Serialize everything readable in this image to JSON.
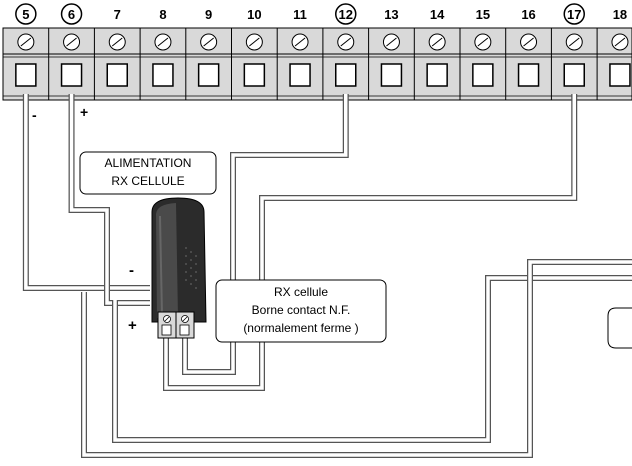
{
  "terminal_strip": {
    "numbers": [
      "5",
      "6",
      "7",
      "8",
      "9",
      "10",
      "11",
      "12",
      "13",
      "14",
      "15",
      "16",
      "17",
      "18"
    ],
    "circled": [
      "5",
      "6",
      "12",
      "17"
    ]
  },
  "labels": {
    "terminal5_polarity": "-",
    "terminal6_polarity": "+",
    "power_box_line1": "ALIMENTATION",
    "power_box_line2": "RX CELLULE",
    "cell_minus": "-",
    "cell_plus": "+",
    "contact_box_line1": "RX cellule",
    "contact_box_line2": "Borne contact N.F.",
    "contact_box_line3": "(normalement ferme )"
  },
  "colors": {
    "strip_fill": "#d9d9d9",
    "wire_outline": "#555555",
    "device_body": "#2b2b2b"
  }
}
